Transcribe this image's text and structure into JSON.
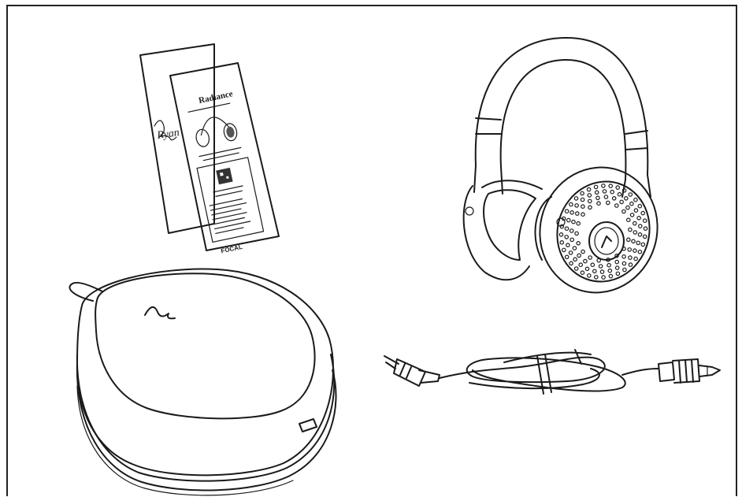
{
  "figure": {
    "colors": {
      "line": "#1a1a1a",
      "background": "#ffffff",
      "frame": "#222222"
    },
    "items": [
      {
        "id": "leaflet",
        "icon": "quick-start-guide-icon",
        "guide_title": "Radiance",
        "brand_mark": "FOCAL",
        "signature": "Ryan"
      },
      {
        "id": "headphones",
        "icon": "over-ear-headphones-icon"
      },
      {
        "id": "case",
        "icon": "carrying-case-icon"
      },
      {
        "id": "cable",
        "icon": "audio-cable-icon"
      }
    ]
  }
}
